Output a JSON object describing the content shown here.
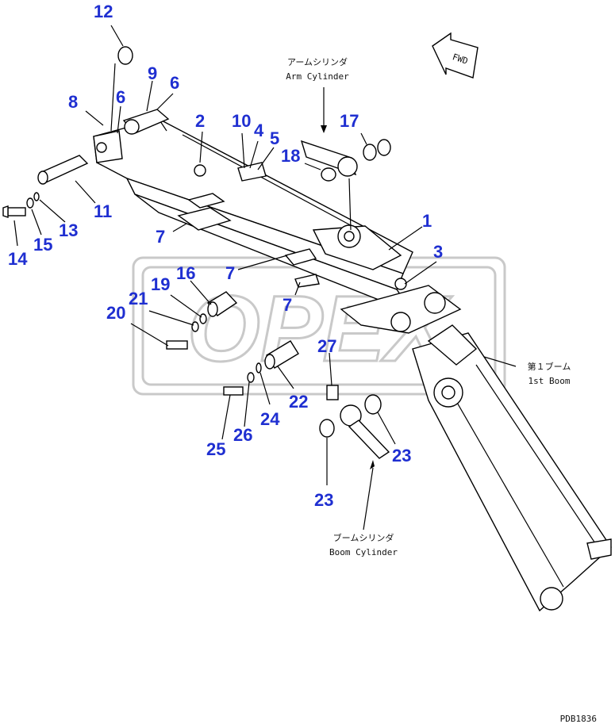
{
  "watermark": "OPEX",
  "direction": {
    "label": "FWD"
  },
  "annotations": {
    "arm_cylinder_jp": "アームシリンダ",
    "arm_cylinder_en": "Arm Cylinder",
    "boom_cylinder_jp": "ブームシリンダ",
    "boom_cylinder_en": "Boom Cylinder",
    "first_boom_jp": "第１ブーム",
    "first_boom_en": "1st Boom"
  },
  "drawing_code": "PDB1836",
  "callouts": [
    "12",
    "9",
    "6",
    "8",
    "6",
    "2",
    "10",
    "4",
    "5",
    "17",
    "18",
    "1",
    "3",
    "11",
    "13",
    "14",
    "15",
    "7",
    "7",
    "7",
    "16",
    "19",
    "21",
    "20",
    "27",
    "22",
    "24",
    "26",
    "25",
    "23",
    "23"
  ],
  "colors": {
    "callout": "#1f2fd1",
    "line": "#000000",
    "watermark": "#c9c9c9"
  }
}
